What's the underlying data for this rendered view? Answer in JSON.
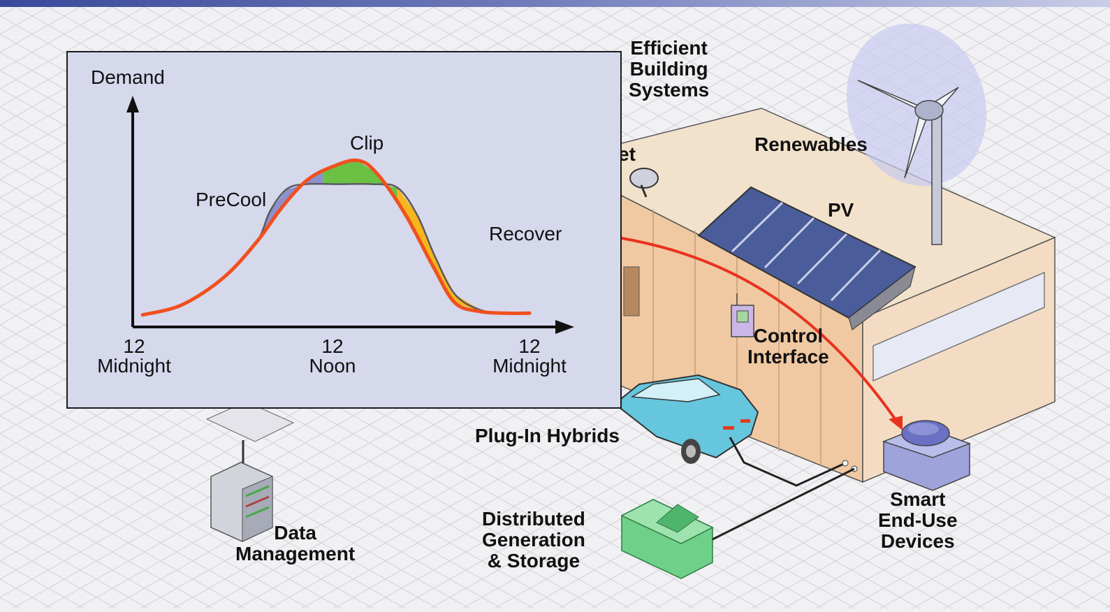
{
  "colors": {
    "precool": "#8c90cc",
    "clip": "#6cc044",
    "recover": "#f6b61e",
    "demand_curve": "#f0501e",
    "arrow": "#e8321e",
    "panel_bg": "#d6d8ec"
  },
  "scene_labels": {
    "efficient_building": [
      "Efficient",
      "Building",
      "Systems"
    ],
    "renewables": "Renewables",
    "pv": "PV",
    "control_interface": [
      "Control",
      "Interface"
    ],
    "plug_in_hybrids": "Plug-In Hybrids",
    "distributed_generation": [
      "Distributed",
      "Generation",
      "& Storage"
    ],
    "smart_devices": [
      "Smart",
      "End-Use",
      "Devices"
    ],
    "data_management": [
      "Data",
      "Management"
    ],
    "partial_label": "et"
  },
  "chart_data": {
    "type": "area",
    "ylabel": "Demand",
    "x_ticks": [
      {
        "x": 0,
        "line1": "12",
        "line2": "Midnight"
      },
      {
        "x": 12,
        "line1": "12",
        "line2": "Noon"
      },
      {
        "x": 24,
        "line1": "12",
        "line2": "Midnight"
      }
    ],
    "xlim": [
      0,
      24
    ],
    "ylim": [
      0,
      1
    ],
    "baseline": [
      [
        0.6,
        0.03
      ],
      [
        3.0,
        0.09
      ],
      [
        5.5,
        0.25
      ],
      [
        7.5,
        0.46
      ],
      [
        9.0,
        0.66
      ],
      [
        10.5,
        0.82
      ],
      [
        12.0,
        0.9
      ],
      [
        13.6,
        0.94
      ],
      [
        14.8,
        0.86
      ],
      [
        16.5,
        0.62
      ],
      [
        18.2,
        0.31
      ],
      [
        19.5,
        0.1
      ],
      [
        21.0,
        0.05
      ],
      [
        22.5,
        0.04
      ],
      [
        24.0,
        0.04
      ]
    ],
    "shaped": [
      [
        0.6,
        0.03
      ],
      [
        3.0,
        0.09
      ],
      [
        5.5,
        0.25
      ],
      [
        7.5,
        0.46
      ],
      [
        8.3,
        0.64
      ],
      [
        9.3,
        0.77
      ],
      [
        10.5,
        0.8
      ],
      [
        12.5,
        0.8
      ],
      [
        14.5,
        0.8
      ],
      [
        16.0,
        0.78
      ],
      [
        17.2,
        0.62
      ],
      [
        18.3,
        0.37
      ],
      [
        19.5,
        0.15
      ],
      [
        21.0,
        0.06
      ],
      [
        22.5,
        0.04
      ],
      [
        24.0,
        0.04
      ]
    ],
    "regions": [
      {
        "name": "PreCool",
        "from_x": 7.5,
        "to_x": 11.5
      },
      {
        "name": "Clip",
        "from_x": 11.5,
        "to_x": 16.0
      },
      {
        "name": "Recover",
        "from_x": 16.0,
        "to_x": 21.5
      }
    ]
  }
}
